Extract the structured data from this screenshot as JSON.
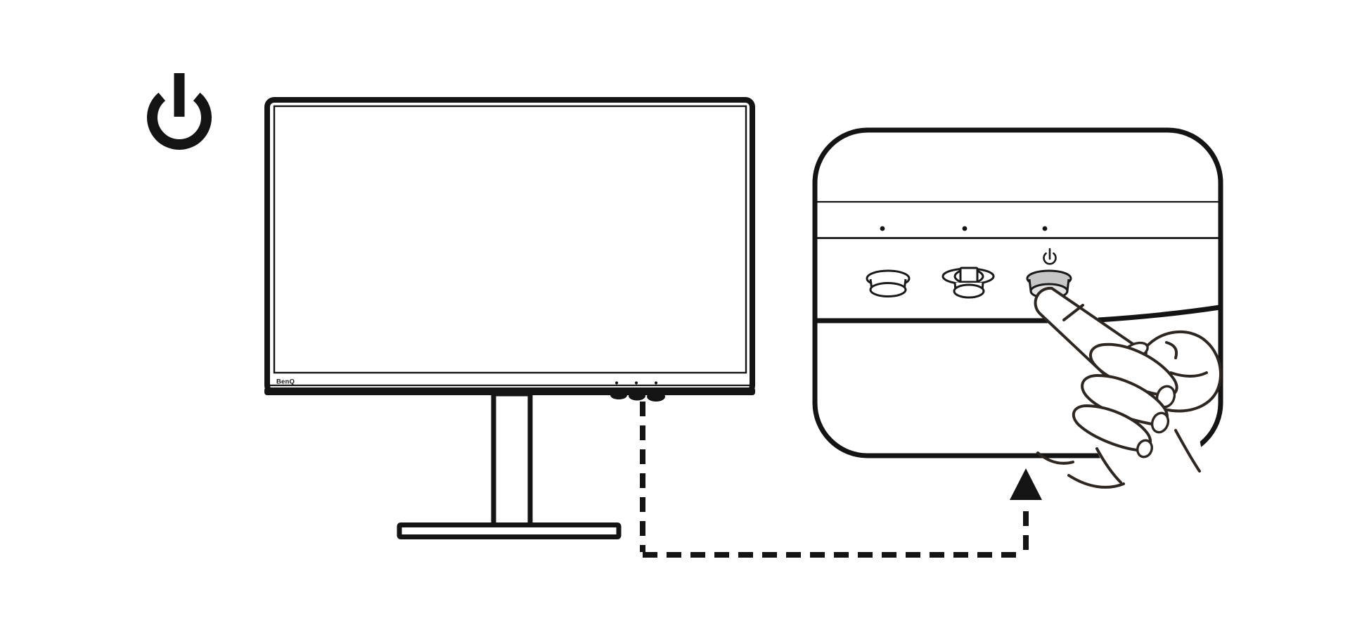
{
  "diagram": {
    "power_icon": {
      "name": "power-symbol"
    },
    "monitor": {
      "brand_logo": "BenQ",
      "indicator_dot_count": 3,
      "underside_button_count": 3
    },
    "callout": {
      "indicator_dot_count": 3,
      "buttons": [
        {
          "name": "custom-key"
        },
        {
          "name": "five-way-controller"
        },
        {
          "name": "power-key",
          "pressed": true
        }
      ],
      "power_symbol": "power"
    },
    "connector": {
      "style": "dashed",
      "direction": "up"
    },
    "colors": {
      "ink": "#141414",
      "hand": "#2e2620",
      "power_button_top": "#c6c6c6",
      "power_button_rim": "#e4e4e4",
      "background": "#ffffff"
    }
  }
}
